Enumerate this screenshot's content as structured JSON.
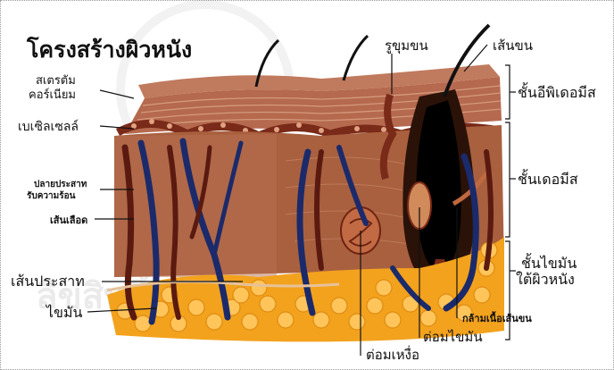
{
  "title": "โครงสร้างผิวหนัง",
  "labels": {
    "stratum_corneum": "สเตรตัม\nคอร์เนียม",
    "basal_cells": "เบเซิลเซลล์",
    "nerve_ending": "ปลายประสาท\nรับความร้อน",
    "blood_vessel": "เส้นเลือด",
    "nerve": "เส้นประสาท",
    "fat": "ไขมัน",
    "hair_follicle": "รูขุมขน",
    "hair": "เส้นขน",
    "epidermis": "ชั้นอีพิเดอมีส",
    "dermis": "ชั้นเดอมีส",
    "subcutaneous": "ชั้นไขมัน\nใต้ผิวหนัง",
    "arrector_pili": "กล้ามเนื้อเส้นขน",
    "sebaceous_gland": "ต่อมไขมัน",
    "sweat_gland": "ต่อมเหงื่อ"
  },
  "colors": {
    "epidermis": "#b5694e",
    "dermis": "#a9603f",
    "fat": "#f3a21d",
    "vessel_blue": "#1b2a6b",
    "vessel_red": "#5a1a10"
  }
}
